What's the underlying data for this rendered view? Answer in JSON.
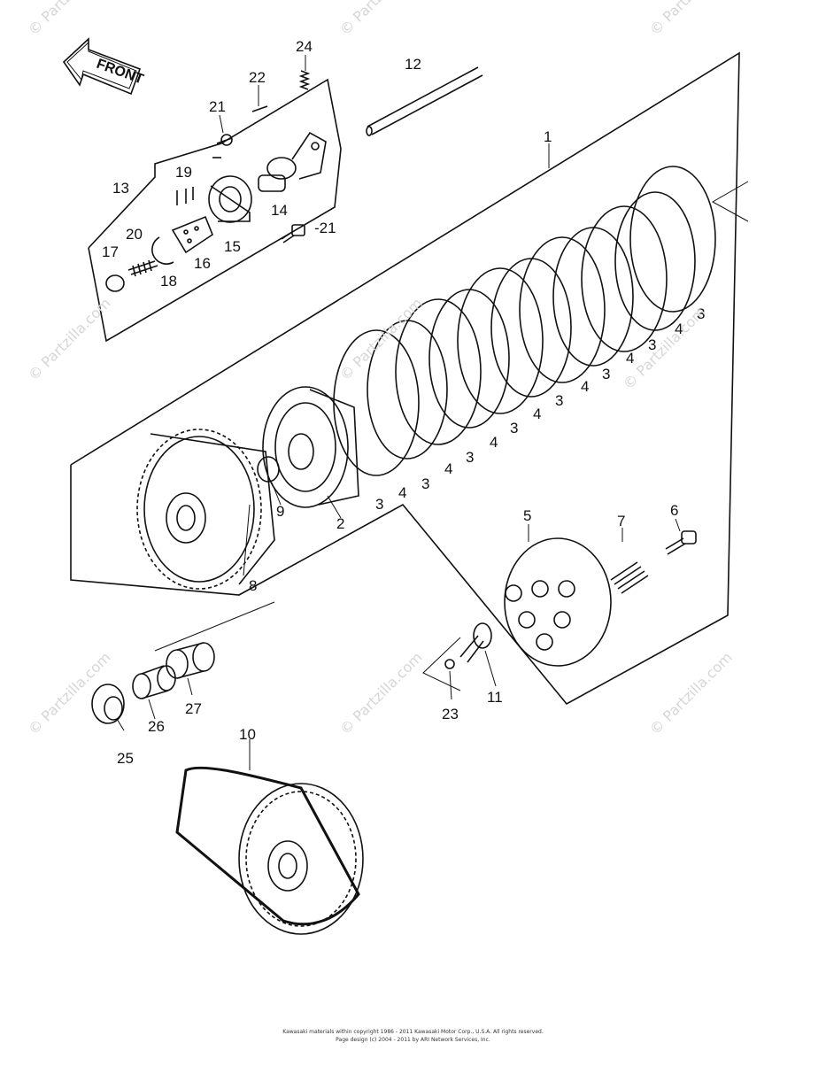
{
  "front_label": "FRONT",
  "watermark": "© Partzilla.com",
  "footer": {
    "line1": "Kawasaki materials within copyright 1986 - 2011 Kawasaki Motor Corp., U.S.A. All rights reserved.",
    "line2": "Page design (c) 2004 - 2011 by ARI Network Services, Inc."
  },
  "callouts": [
    "1",
    "2",
    "3",
    "4",
    "5",
    "6",
    "7",
    "8",
    "9",
    "10",
    "11",
    "12",
    "13",
    "14",
    "15",
    "16",
    "17",
    "18",
    "19",
    "20",
    "21",
    "-21",
    "22",
    "23",
    "24",
    "25",
    "26",
    "27"
  ]
}
